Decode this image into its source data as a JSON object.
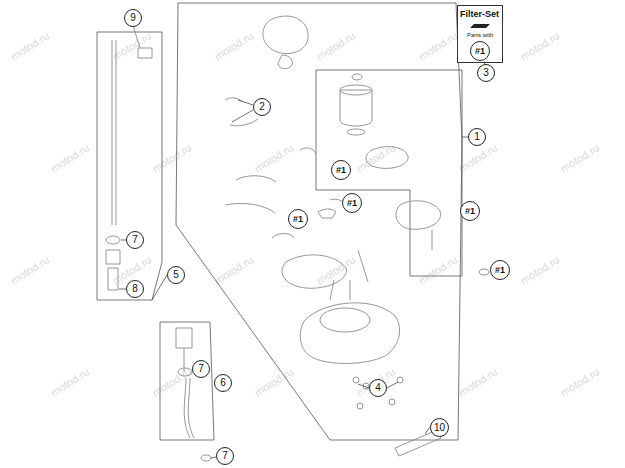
{
  "diagram": {
    "nodes": [
      {
        "text": [
          "9"
        ]
      },
      {
        "text": [
          "Filter-Set",
          "Parts with"
        ]
      },
      {
        "text": [
          "#1"
        ],
        "in": 1
      },
      {
        "text": [
          "3"
        ]
      },
      {
        "text": [
          "2"
        ]
      },
      {
        "text": [
          "1"
        ]
      },
      {
        "text": [
          "#1"
        ]
      },
      {
        "text": [
          "#1"
        ]
      },
      {
        "text": [
          "#1"
        ]
      },
      {
        "text": [
          "#1"
        ]
      },
      {
        "text": [
          "#1"
        ]
      },
      {
        "text": [
          "7"
        ]
      },
      {
        "text": [
          "5"
        ]
      },
      {
        "text": [
          "8"
        ]
      },
      {
        "text": [
          "7"
        ]
      },
      {
        "text": [
          "4"
        ]
      },
      {
        "text": [
          "6"
        ]
      },
      {
        "text": [
          "7"
        ]
      },
      {
        "text": [
          "10"
        ]
      }
    ],
    "edges": [
      {
        "from": 3,
        "to": 1,
        "arrow": "none"
      }
    ],
    "labels": [
      "motod.ru",
      "motod.ru",
      "motod.ru",
      "motod.ru",
      "motod.ru",
      "motod.ru",
      "motod.ru",
      "motod.ru",
      "motod.ru",
      "motod.ru",
      "motod.ru",
      "motod.ru",
      "motod.ru",
      "motod.ru",
      "motod.ru",
      "motod.ru",
      "motod.ru",
      "motod.ru",
      "motod.ru",
      "motod.ru",
      "motod.ru",
      "motod.ru",
      "motod.ru",
      "motod.ru"
    ]
  }
}
